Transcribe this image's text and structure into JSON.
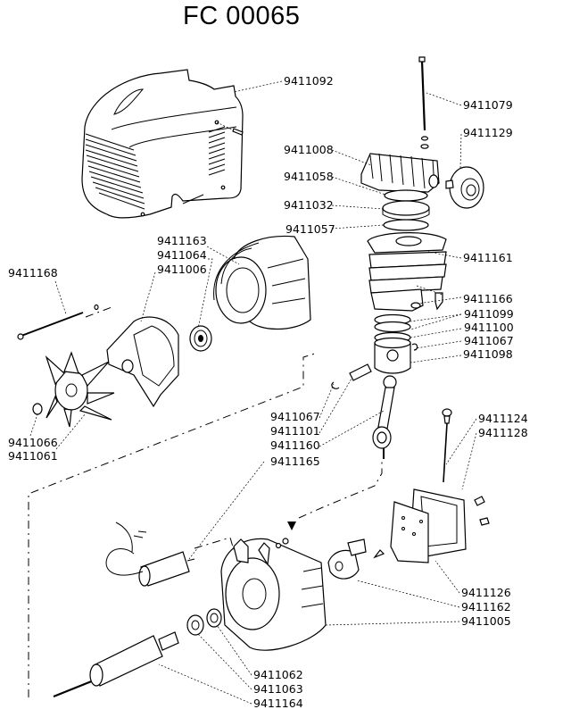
{
  "title": "FC 00065",
  "labels": {
    "l9411092": "9411092",
    "l9411079": "9411079",
    "l9411129": "9411129",
    "l9411008": "9411008",
    "l9411058": "9411058",
    "l9411032": "9411032",
    "l9411057": "9411057",
    "l9411161": "9411161",
    "l9411166": "9411166",
    "l9411099": "9411099",
    "l9411100": "9411100",
    "l9411067a": "9411067",
    "l9411098": "9411098",
    "l9411163": "9411163",
    "l9411064": "9411064",
    "l9411006": "9411006",
    "l9411168": "9411168",
    "l9411066": "9411066",
    "l9411061": "9411061",
    "l9411067b": "9411067",
    "l9411101": "9411101",
    "l9411160": "9411160",
    "l9411165": "9411165",
    "l9411124": "9411124",
    "l9411128": "9411128",
    "l9411126": "9411126",
    "l9411162": "9411162",
    "l9411005": "9411005",
    "l9411062": "9411062",
    "l9411063": "9411063",
    "l9411164": "9411164"
  }
}
